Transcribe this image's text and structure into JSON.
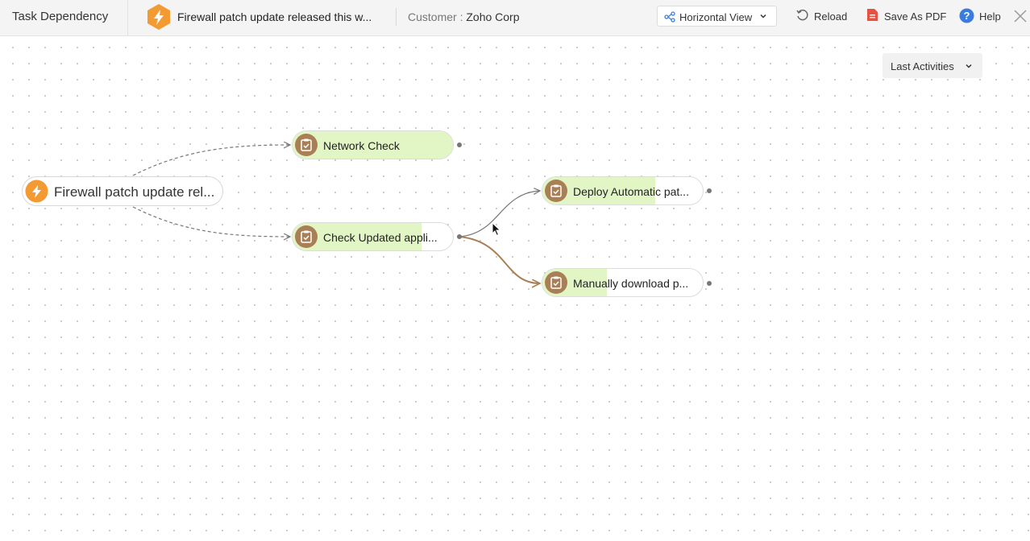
{
  "header": {
    "title": "Task Dependency",
    "ticket_title": "Firewall patch update released this w...",
    "customer_label": "Customer :",
    "customer_value": "Zoho Corp",
    "view_select": "Horizontal View",
    "reload_label": "Reload",
    "save_pdf_label": "Save As PDF",
    "help_label": "Help"
  },
  "canvas": {
    "last_activities_label": "Last Activities"
  },
  "graph": {
    "root_label": "Firewall patch update rel...",
    "nodes": [
      {
        "label": "Network Check"
      },
      {
        "label": "Check Updated appli..."
      },
      {
        "label": "Deploy Automatic pat..."
      },
      {
        "label": "Manually download p..."
      }
    ]
  },
  "colors": {
    "accent_orange": "#f39a32",
    "task_icon_brown": "#a98055",
    "progress_green": "#e2f6c5",
    "edge_gray": "#777777",
    "edge_brown": "#a98055"
  }
}
